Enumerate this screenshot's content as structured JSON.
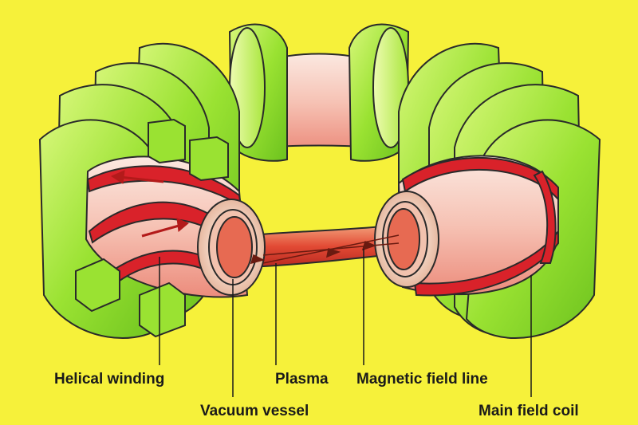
{
  "labels": {
    "helical_winding": "Helical winding",
    "vacuum_vessel": "Vacuum vessel",
    "plasma": "Plasma",
    "magnetic_field_line": "Magnetic field line",
    "main_field_coil": "Main field coil"
  },
  "colors": {
    "background": "#f6f13a",
    "coil_green": "#8ee02a",
    "coil_face": "#c8f25a",
    "vessel_pink": "#f6c4b8",
    "helix_red": "#d9222a",
    "plasma_red": "#e4503a",
    "outline": "#2a2a2a"
  }
}
